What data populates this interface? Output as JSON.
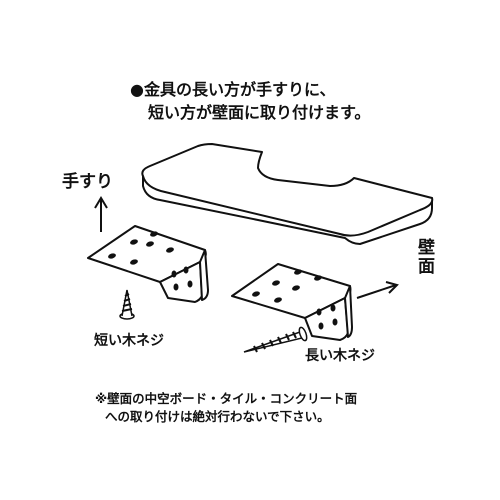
{
  "instructions": {
    "line1": "●金具の長い方が手すりに、",
    "line2": "短い方が壁面に取り付けます。"
  },
  "labels": {
    "handrail": "手すり",
    "wall": "壁面",
    "short_screw": "短い木ネジ",
    "long_screw": "長い木ネジ"
  },
  "note": {
    "line1": "※壁面の中空ボード・タイル・コンクリート面",
    "line2": "への取り付けは絶対行わないで下さい。"
  }
}
